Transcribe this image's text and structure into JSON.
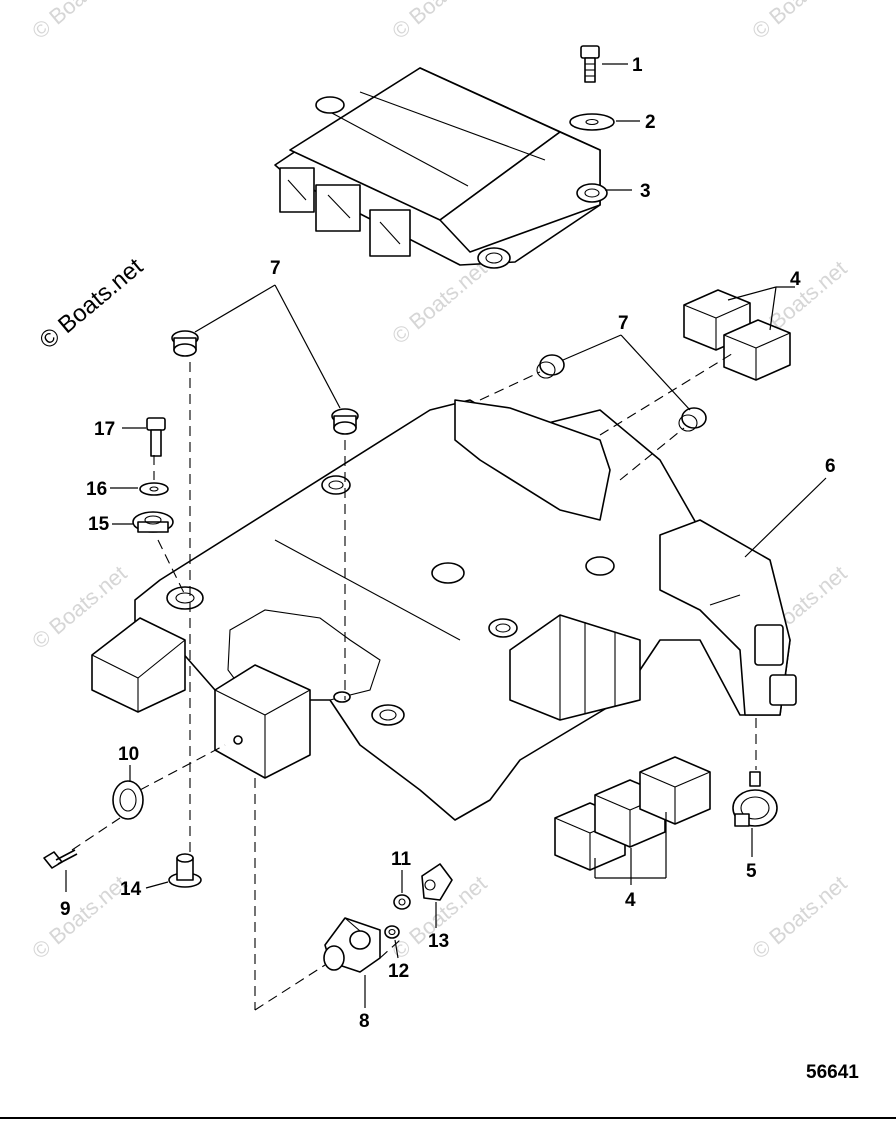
{
  "watermark": {
    "text": "© Boats.net"
  },
  "callouts": {
    "c1": "1",
    "c2": "2",
    "c3": "3",
    "c4a": "4",
    "c4b": "4",
    "c5": "5",
    "c6": "6",
    "c7a": "7",
    "c7b": "7",
    "c8": "8",
    "c9": "9",
    "c10": "10",
    "c11": "11",
    "c12": "12",
    "c13": "13",
    "c14": "14",
    "c15": "15",
    "c16": "16",
    "c17": "17"
  },
  "figure_number": "56641"
}
